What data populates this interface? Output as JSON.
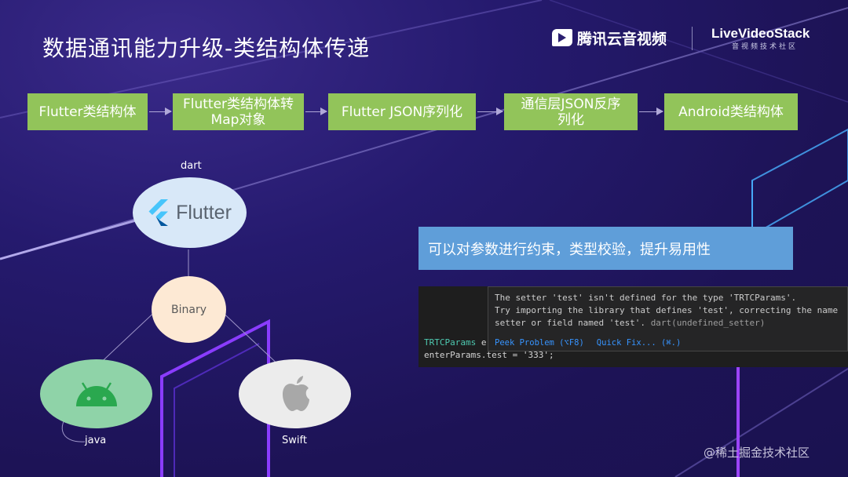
{
  "slide": {
    "title": "数据通讯能力升级-类结构体传递",
    "brand_primary": "腾讯云音视频",
    "brand_secondary": "LiveVideoStack",
    "brand_secondary_sub": "音视频技术社区",
    "watermark": "@稀土掘金技术社区"
  },
  "flow": [
    {
      "label": "Flutter类结构体"
    },
    {
      "label": "Flutter类结构体转Map对象"
    },
    {
      "label": "Flutter JSON序列化"
    },
    {
      "label": "通信层JSON反序列化"
    },
    {
      "label": "Android类结构体"
    }
  ],
  "diagram": {
    "dart_label": "dart",
    "flutter_text": "Flutter",
    "binary_text": "Binary",
    "java_label": "java",
    "swift_label": "Swift"
  },
  "callout": {
    "text": "可以对参数进行约束，类型校验，提升易用性"
  },
  "code": {
    "tooltip_line1": "The setter 'test' isn't defined for the type 'TRTCParams'.",
    "tooltip_line2": "Try importing the library that defines 'test', correcting the name",
    "tooltip_line3_a": "setter or field named 'test'. ",
    "tooltip_line3_b": "dart(undefined_setter)",
    "action_peek": "Peek Problem (⌥F8)",
    "action_quickfix": "Quick Fix... (⌘.)",
    "line1_type": "TRTCParams",
    "line1_rest": " e",
    "line2": "enterParams.test = '333';"
  },
  "colors": {
    "flow_box": "#92c45a",
    "callout": "#5f9ed9",
    "flutter_oval": "#d8e8f8",
    "binary_oval": "#fde9d4",
    "android_oval": "#8fd3a8",
    "swift_oval": "#ececec"
  }
}
